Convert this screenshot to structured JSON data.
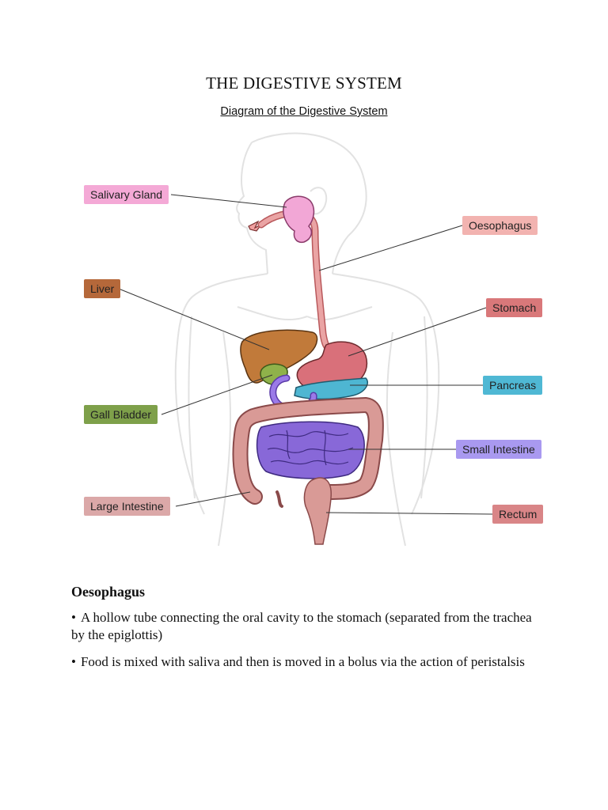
{
  "document": {
    "title": "THE DIGESTIVE SYSTEM",
    "subtitle": "Diagram of the Digestive System"
  },
  "labels": {
    "salivary_gland": "Salivary Gland",
    "oesophagus": "Oesophagus",
    "liver": "Liver",
    "stomach": "Stomach",
    "pancreas": "Pancreas",
    "gall_bladder": "Gall Bladder",
    "small_intestine": "Small Intestine",
    "large_intestine": "Large Intestine",
    "rectum": "Rectum"
  },
  "label_colors": {
    "salivary_gland": "#f4a9d6",
    "oesophagus": "#f2b3b0",
    "liver": "#b5683a",
    "stomach": "#d9787a",
    "pancreas": "#4fb8d4",
    "gall_bladder": "#7ea04a",
    "small_intestine": "#a999f0",
    "large_intestine": "#dba8a8",
    "rectum": "#d98587"
  },
  "section": {
    "heading": "Oesophagus",
    "bullets": [
      "A hollow tube connecting the oral cavity to the stomach (separated from the trachea by the epiglottis)",
      "Food is mixed with saliva and then is moved in a bolus via the action of peristalsis"
    ],
    "bullet_glyph": "•"
  }
}
